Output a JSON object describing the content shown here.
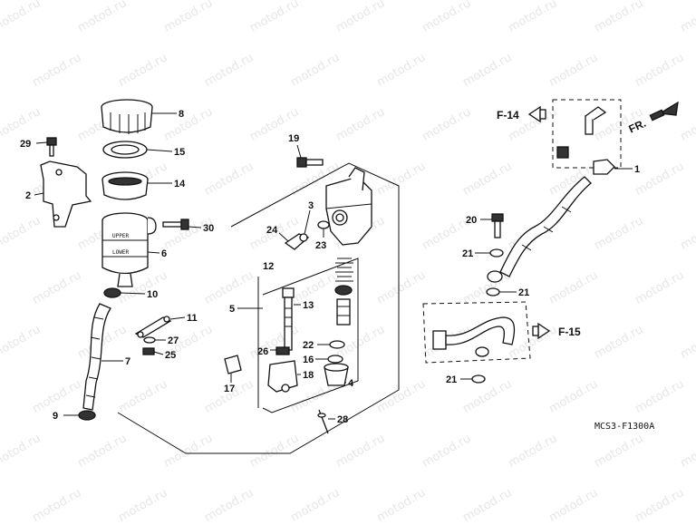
{
  "watermark": "motod.ru",
  "diagram_code": "MCS3-F1300A",
  "direction_label": "FR.",
  "refs": {
    "f14": "F-14",
    "f15": "F-15"
  },
  "callouts": [
    {
      "id": "c8",
      "text": "8"
    },
    {
      "id": "c15",
      "text": "15"
    },
    {
      "id": "c14",
      "text": "14"
    },
    {
      "id": "c29",
      "text": "29"
    },
    {
      "id": "c2",
      "text": "2"
    },
    {
      "id": "c30",
      "text": "30"
    },
    {
      "id": "c6",
      "text": "6"
    },
    {
      "id": "c10",
      "text": "10"
    },
    {
      "id": "c11",
      "text": "11"
    },
    {
      "id": "c27",
      "text": "27"
    },
    {
      "id": "c25",
      "text": "25"
    },
    {
      "id": "c7",
      "text": "7"
    },
    {
      "id": "c9",
      "text": "9"
    },
    {
      "id": "c19",
      "text": "19"
    },
    {
      "id": "c3",
      "text": "3"
    },
    {
      "id": "c24",
      "text": "24"
    },
    {
      "id": "c23",
      "text": "23"
    },
    {
      "id": "c12",
      "text": "12"
    },
    {
      "id": "c5",
      "text": "5"
    },
    {
      "id": "c13",
      "text": "13"
    },
    {
      "id": "c22",
      "text": "22"
    },
    {
      "id": "c26",
      "text": "26"
    },
    {
      "id": "c16",
      "text": "16"
    },
    {
      "id": "c17",
      "text": "17"
    },
    {
      "id": "c18",
      "text": "18"
    },
    {
      "id": "c4",
      "text": "4"
    },
    {
      "id": "c28",
      "text": "28"
    },
    {
      "id": "c1",
      "text": "1"
    },
    {
      "id": "c20",
      "text": "20"
    },
    {
      "id": "c21a",
      "text": "21"
    },
    {
      "id": "c21b",
      "text": "21"
    },
    {
      "id": "c21c",
      "text": "21"
    }
  ],
  "reservoir_marks": {
    "upper": "UPPER",
    "lower": "LOWER"
  }
}
